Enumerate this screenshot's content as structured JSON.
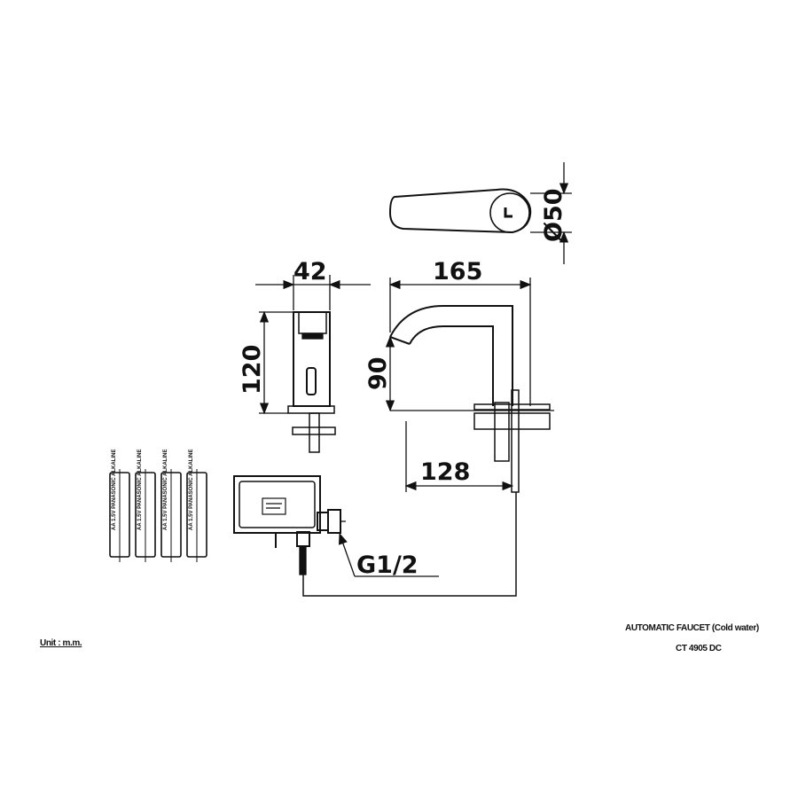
{
  "dimensions": {
    "diameter": "Ø50",
    "width": "42",
    "reach": "165",
    "height_front": "120",
    "height_side": "90",
    "shank": "128",
    "thread": "G1/2"
  },
  "unit_label": "Unit : m.m.",
  "title": "AUTOMATIC FAUCET (Cold water)",
  "model": "CT 4905 DC",
  "battery_label": "AA 1.5V PANASONIC ALKALINE",
  "colors": {
    "line": "#111111",
    "background": "#ffffff"
  }
}
